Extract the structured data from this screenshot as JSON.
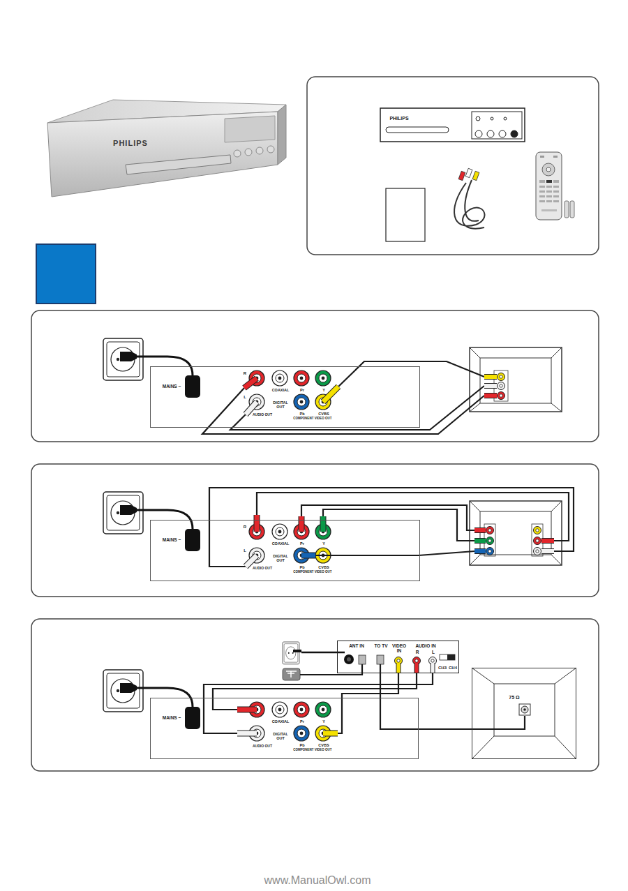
{
  "diagram": {
    "nodes": [
      {
        "text": [
          "MAINS ~",
          "R",
          "L",
          "COAXIAL",
          "DIGITAL OUT",
          "AUDIO OUT",
          "Pr",
          "Y",
          "Pb",
          "CVBS",
          "COMPONENT VIDEO OUT"
        ]
      },
      {
        "text": [
          "MAINS ~",
          "R",
          "L",
          "COAXIAL",
          "DIGITAL OUT",
          "AUDIO OUT",
          "Pr",
          "Y",
          "Pb",
          "CVBS",
          "COMPONENT VIDEO OUT"
        ]
      },
      {
        "text": [
          "ANT IN",
          "TO TV",
          "VIDEO IN",
          "AUDIO IN",
          "R",
          "L",
          "CH3",
          "CH4"
        ]
      },
      {
        "text": [
          "MAINS ~",
          "COAXIAL",
          "DIGITAL OUT",
          "AUDIO OUT",
          "Pr",
          "Y",
          "Pb",
          "CVBS",
          "COMPONENT VIDEO OUT"
        ]
      },
      {
        "text": [
          "75 Ω"
        ]
      }
    ],
    "edges": [
      {
        "from": 3,
        "to": 2,
        "arrow": "none"
      },
      {
        "from": 3,
        "to": 2,
        "arrow": "none"
      },
      {
        "from": 3,
        "to": 2,
        "arrow": "none"
      },
      {
        "from": 2,
        "to": 4,
        "arrow": "none"
      }
    ],
    "labels": [
      "PHILIPS",
      "PHILIPS",
      "www.ManualOwl.com"
    ]
  }
}
